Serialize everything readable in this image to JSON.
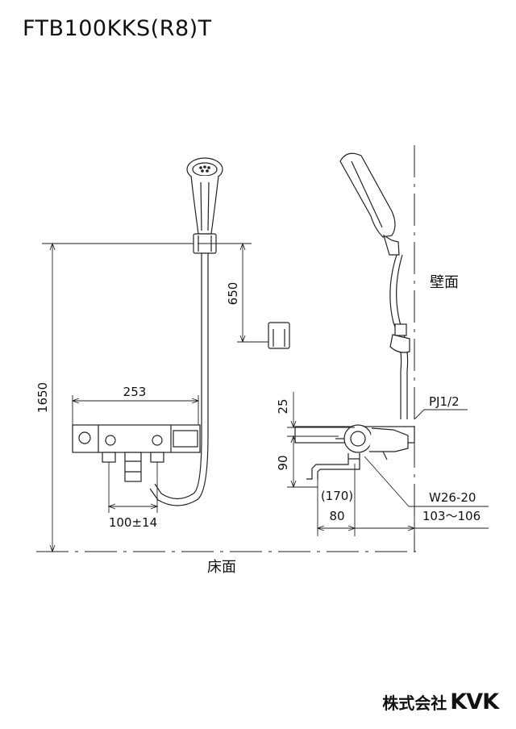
{
  "title": "FTB100KKS(R8)T",
  "dimensions": {
    "height_total": "1650",
    "height_holder": "650",
    "width_body": "253",
    "pitch": "100±14",
    "top_25": "25",
    "body_90": "90",
    "spout_170": "(170)",
    "spout_80": "80",
    "wall_103": "103～106"
  },
  "labels": {
    "wall": "壁面",
    "floor": "床面",
    "pj": "PJ1/2",
    "w": "W26-20"
  },
  "logo": {
    "company": "株式会社",
    "brand": "KVK"
  }
}
